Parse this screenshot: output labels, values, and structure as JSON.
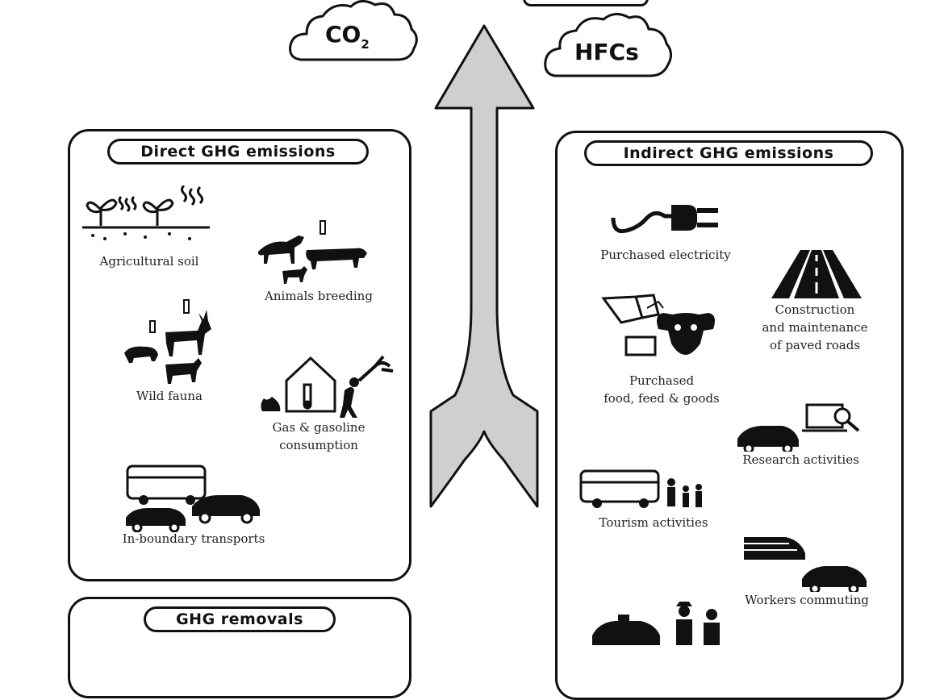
{
  "clouds": {
    "co2": {
      "label_main": "CO",
      "label_sub": "2"
    },
    "hfcs": {
      "label": "HFCs"
    }
  },
  "direct": {
    "title": "Direct GHG emissions",
    "items": [
      {
        "label": "Agricultural soil"
      },
      {
        "label": "Animals breeding"
      },
      {
        "label": "Wild fauna"
      },
      {
        "label_line1": "Gas & gasoline",
        "label_line2": "consumption"
      },
      {
        "label": "In-boundary transports"
      }
    ]
  },
  "indirect": {
    "title": "Indirect GHG emissions",
    "items": [
      {
        "label": "Purchased electricity"
      },
      {
        "label_line1": "Construction",
        "label_line2": "and maintenance",
        "label_line3": "of paved roads"
      },
      {
        "label_line1": "Purchased",
        "label_line2": "food, feed & goods"
      },
      {
        "label": "Research activities"
      },
      {
        "label": "Tourism activities"
      },
      {
        "label": "Workers commuting"
      }
    ]
  },
  "removals": {
    "title": "GHG removals"
  },
  "colors": {
    "arrow_fill": "#cfcfcf",
    "ink": "#111111"
  }
}
